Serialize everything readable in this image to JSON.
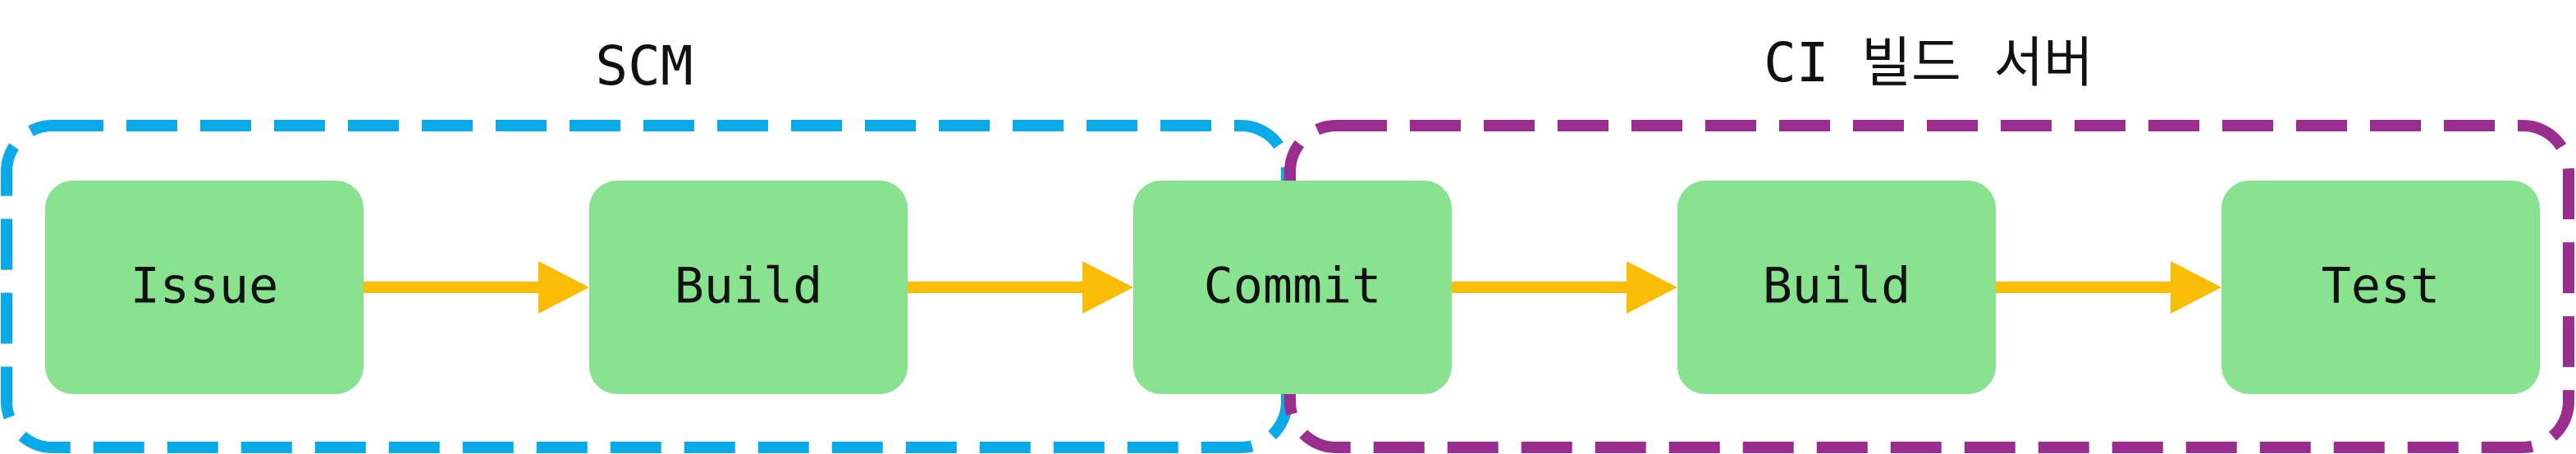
{
  "groups": [
    {
      "id": "scm",
      "label": "SCM",
      "color": "#0aaae8"
    },
    {
      "id": "ci",
      "label": "CI 빌드 서버",
      "color": "#9b2d8f"
    }
  ],
  "nodes": [
    {
      "id": "issue",
      "label": "Issue",
      "group": "scm"
    },
    {
      "id": "build-scm",
      "label": "Build",
      "group": "scm"
    },
    {
      "id": "commit",
      "label": "Commit",
      "group": "scm"
    },
    {
      "id": "build-ci",
      "label": "Build",
      "group": "ci"
    },
    {
      "id": "test",
      "label": "Test",
      "group": "ci"
    }
  ],
  "edges": [
    {
      "from": "issue",
      "to": "build-scm"
    },
    {
      "from": "build-scm",
      "to": "commit"
    },
    {
      "from": "commit",
      "to": "build-ci"
    },
    {
      "from": "build-ci",
      "to": "test"
    }
  ],
  "colors": {
    "node_fill": "#88e290",
    "arrow": "#fbbc05",
    "text": "#111111"
  }
}
